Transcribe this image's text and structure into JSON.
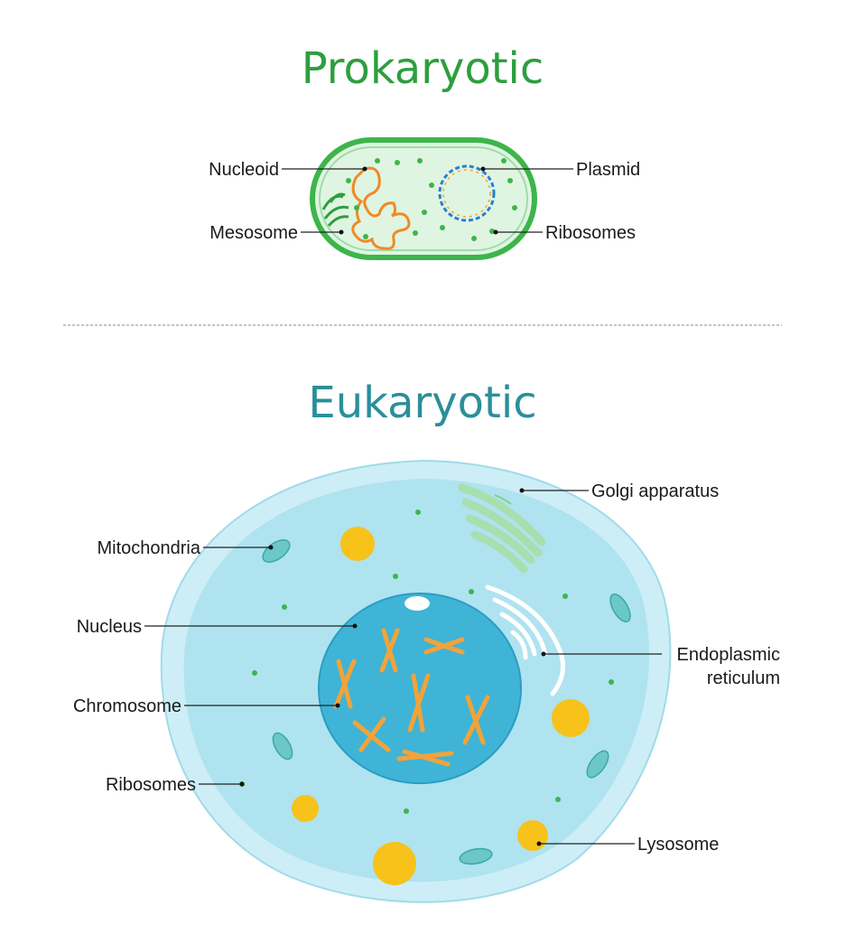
{
  "prokaryotic": {
    "title": "Prokaryotic",
    "labels": {
      "nucleoid": "Nucleoid",
      "mesosome": "Mesosome",
      "plasmid": "Plasmid",
      "ribosomes": "Ribosomes"
    }
  },
  "eukaryotic": {
    "title": "Eukaryotic",
    "labels": {
      "golgi": "Golgi apparatus",
      "mitochondria": "Mitochondria",
      "nucleus": "Nucleus",
      "er_line1": "Endoplasmic",
      "er_line2": "reticulum",
      "chromosome": "Chromosome",
      "ribosomes": "Ribosomes",
      "lysosome": "Lysosome"
    }
  },
  "colors": {
    "prokaryotic_title": "#2e9e3e",
    "eukaryotic_title": "#2a8f9a",
    "prokaryotic_membrane": "#3db54a",
    "prokaryotic_cytoplasm": "#dff5e2",
    "nucleoid": "#f08a24",
    "cell_outer": "#cdeef6",
    "cell_inner": "#a9e0ee",
    "nucleus": "#3fb4d6",
    "chromosome": "#f2a33a",
    "lysosome": "#f7c21a",
    "golgi": "#a8dfae",
    "mitochondria": "#6cc7c7"
  }
}
